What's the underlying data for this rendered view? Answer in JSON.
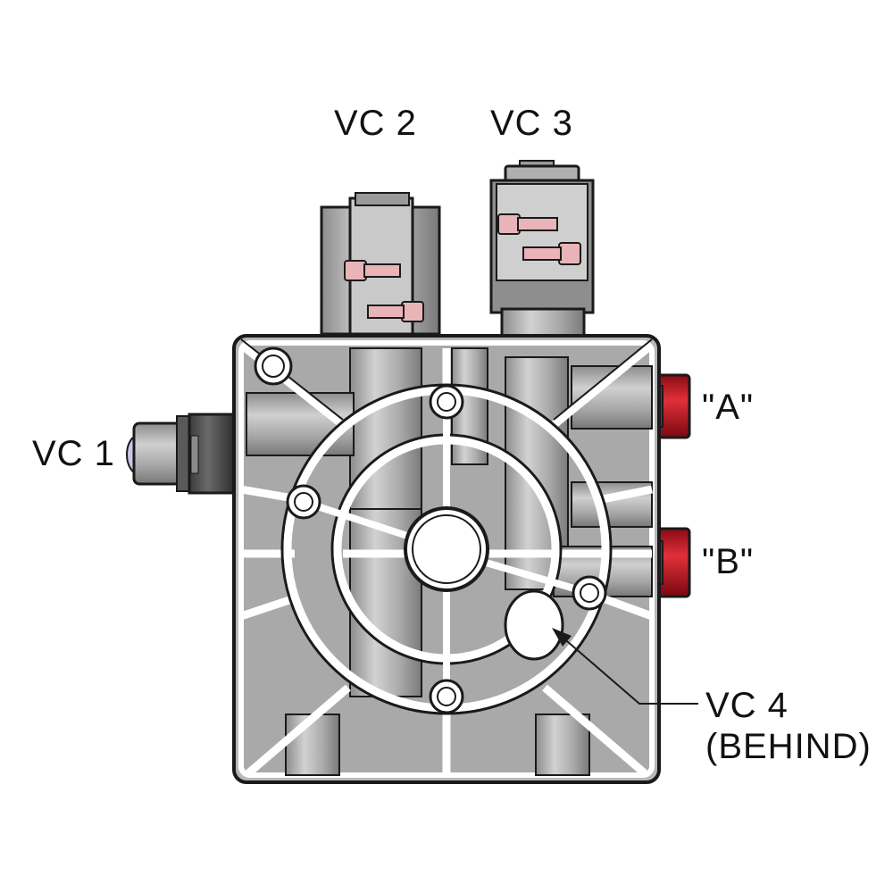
{
  "labels": {
    "vc2": "VC 2",
    "vc3": "VC 3",
    "vc1": "VC 1",
    "port_a": "\"A\"",
    "port_b": "\"B\"",
    "vc4": "VC 4",
    "vc4_note": "(BEHIND)"
  },
  "colors": {
    "body": "#b5b5b5",
    "body_dark": "#8a8a8a",
    "body_light": "#d6d6d6",
    "outline": "#1a1a1a",
    "port_red": "#c8101c",
    "screw_pink": "#e8b4b8",
    "vc1_lens": "#c8c8e6"
  }
}
